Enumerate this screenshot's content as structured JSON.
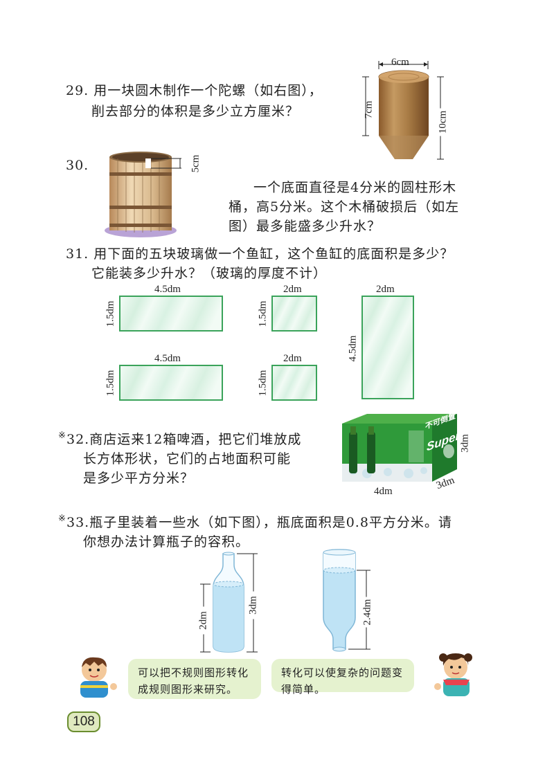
{
  "p29": {
    "text_line1": "29. 用一块圆木制作一个陀螺（如右图），",
    "text_line2": "削去部分的体积是多少立方厘米？",
    "dim_top": "6cm",
    "dim_left": "7cm",
    "dim_right": "10cm"
  },
  "p30": {
    "number": "30.",
    "dim": "5cm",
    "text_line1": "一个底面直径是4分米的圆柱形木",
    "text_line2": "桶，高5分米。这个木桶破损后（如左",
    "text_line3": "图）最多能盛多少升水？"
  },
  "p31": {
    "text_line1": "31. 用下面的五块玻璃做一个鱼缸，这个鱼缸的底面积是多少？",
    "text_line2": "它能装多少升水？（玻璃的厚度不计）",
    "glass1_w": "4.5dm",
    "glass1_h": "1.5dm",
    "glass2_w": "2dm",
    "glass2_h": "1.5dm",
    "glass3_w": "2dm",
    "glass3_h": "4.5dm",
    "glass4_w": "4.5dm",
    "glass4_h": "1.5dm",
    "glass5_w": "2dm",
    "glass5_h": "1.5dm"
  },
  "p32": {
    "mark": "※",
    "text_line1": "32.商店运来12箱啤酒，把它们堆放成",
    "text_line2": "长方体形状，它们的占地面积可能",
    "text_line3": "是多少平方分米？",
    "box_dim_w": "4dm",
    "box_dim_d": "3dm",
    "box_dim_h": "3dm",
    "box_brand": "Super",
    "box_label": "不可倒置"
  },
  "p33": {
    "mark": "※",
    "text_line1": "33.瓶子里装着一些水（如下图），瓶底面积是0.8平方分米。请",
    "text_line2": "你想办法计算瓶子的容积。",
    "bottle1_water": "2dm",
    "bottle1_total": "3dm",
    "bottle2_air": "2.4dm"
  },
  "hints": {
    "left": "可以把不规则图形转化成规则图形来研究。",
    "right": "转化可以使复杂的问题变得简单。"
  },
  "page_number": "108",
  "colors": {
    "accent_green": "#3aa35a",
    "water": "#bfe3f5",
    "bubble": "#e5f2cf"
  }
}
